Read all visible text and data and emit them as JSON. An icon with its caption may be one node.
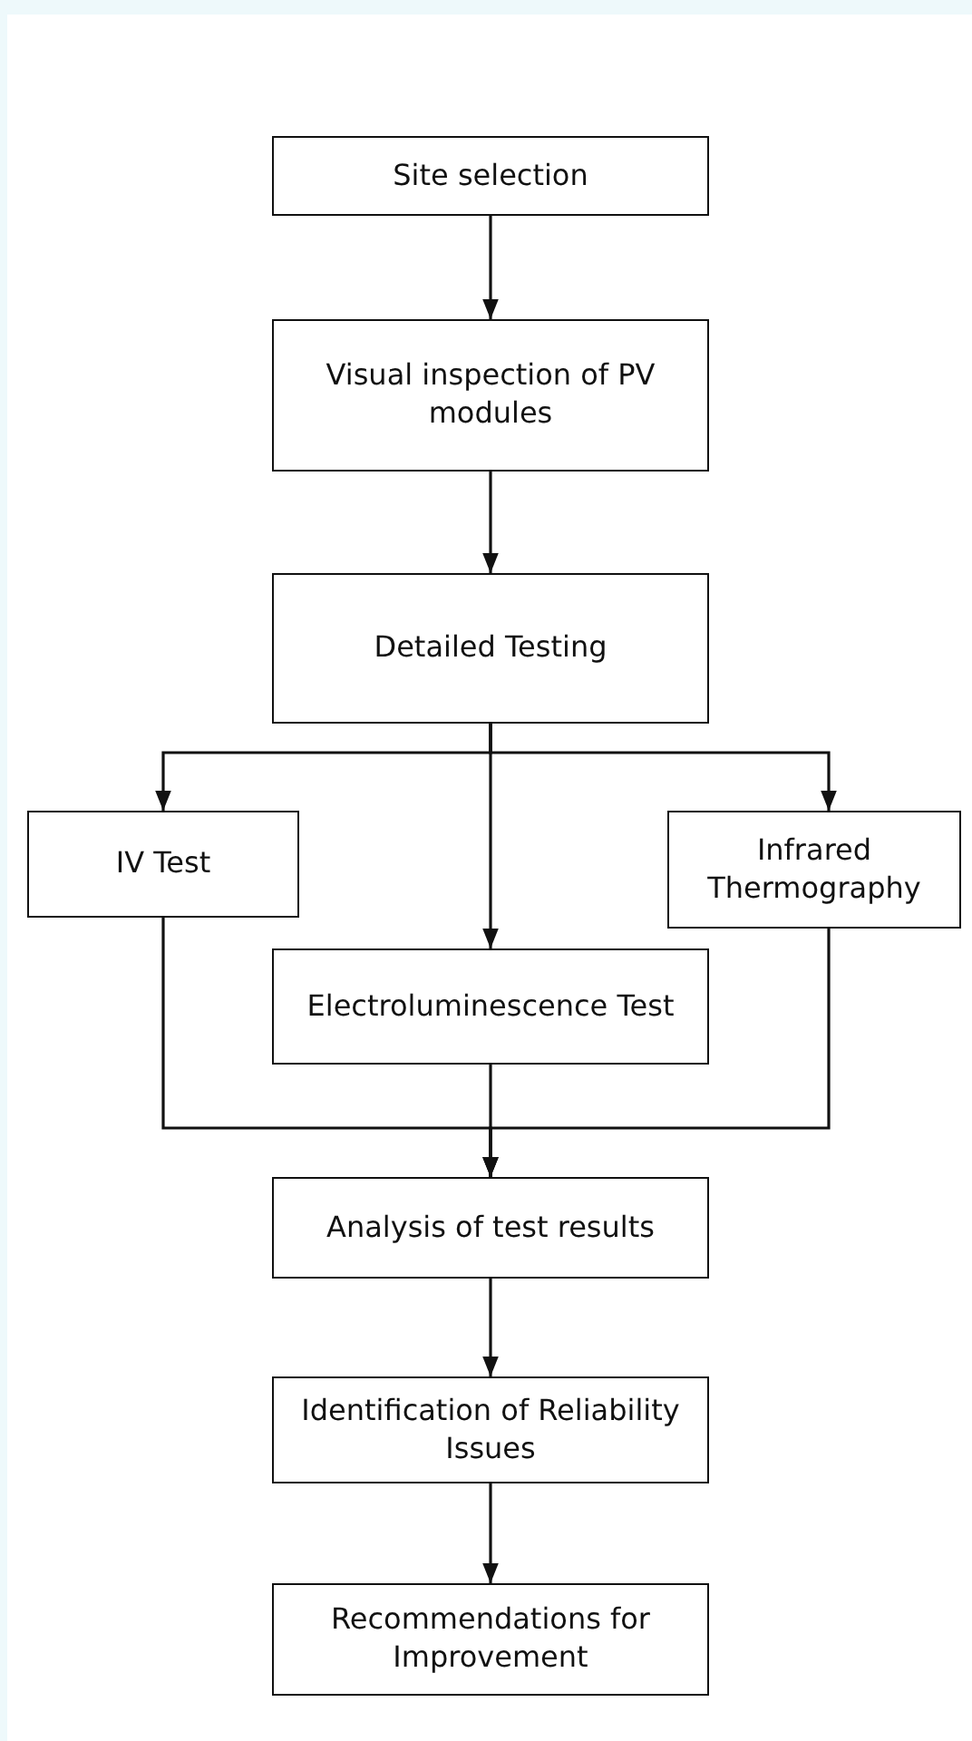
{
  "diagram": {
    "nodes": [
      {
        "text": [
          "Site selection"
        ]
      },
      {
        "text": [
          "Visual inspection of PV modules"
        ]
      },
      {
        "text": [
          "Detailed Testing"
        ]
      },
      {
        "text": [
          "IV Test"
        ]
      },
      {
        "text": [
          "Infrared Thermography"
        ]
      },
      {
        "text": [
          "Electroluminescence Test"
        ]
      },
      {
        "text": [
          "Analysis of test results"
        ]
      },
      {
        "text": [
          "Identification of Reliability Issues"
        ]
      },
      {
        "text": [
          "Recommendations for Improvement"
        ]
      }
    ],
    "edges": [
      {
        "from": 0,
        "to": 1,
        "arrow": "to"
      },
      {
        "from": 1,
        "to": 2,
        "arrow": "to"
      },
      {
        "from": 2,
        "to": 3,
        "arrow": "to"
      },
      {
        "from": 2,
        "to": 4,
        "arrow": "to"
      },
      {
        "from": 2,
        "to": 5,
        "arrow": "to"
      },
      {
        "from": 3,
        "to": 6,
        "arrow": "to"
      },
      {
        "from": 4,
        "to": 6,
        "arrow": "to"
      },
      {
        "from": 5,
        "to": 6,
        "arrow": "to"
      },
      {
        "from": 6,
        "to": 7,
        "arrow": "to"
      },
      {
        "from": 7,
        "to": 8,
        "arrow": "to"
      }
    ]
  }
}
